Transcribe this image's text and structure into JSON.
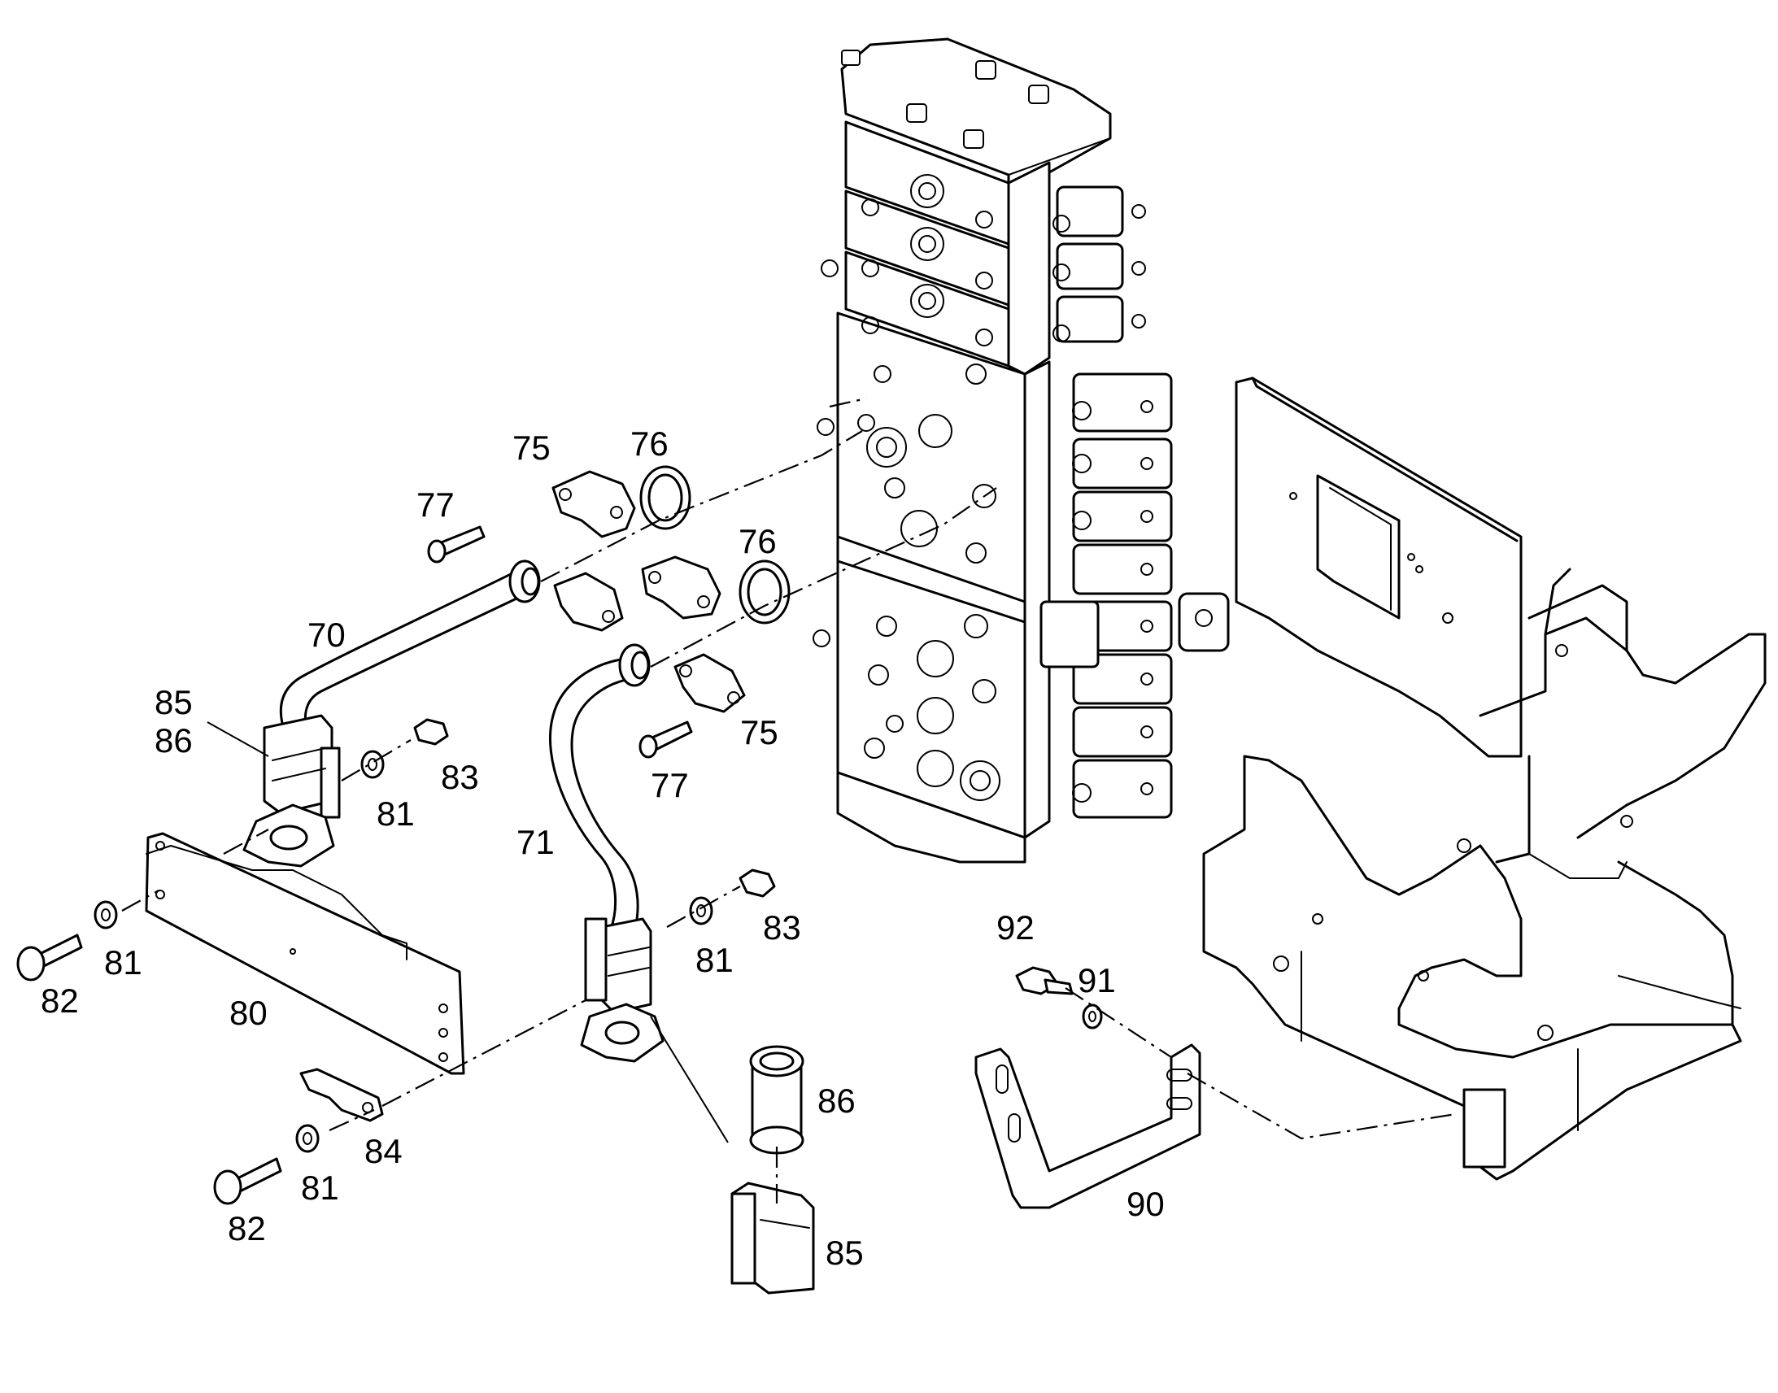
{
  "callouts": [
    {
      "id": "c70",
      "text": "70"
    },
    {
      "id": "c71",
      "text": "71"
    },
    {
      "id": "c75a",
      "text": "75"
    },
    {
      "id": "c75b",
      "text": "75"
    },
    {
      "id": "c76a",
      "text": "76"
    },
    {
      "id": "c76b",
      "text": "76"
    },
    {
      "id": "c77a",
      "text": "77"
    },
    {
      "id": "c77b",
      "text": "77"
    },
    {
      "id": "c80",
      "text": "80"
    },
    {
      "id": "c81a",
      "text": "81"
    },
    {
      "id": "c81b",
      "text": "81"
    },
    {
      "id": "c81c",
      "text": "81"
    },
    {
      "id": "c81d",
      "text": "81"
    },
    {
      "id": "c82a",
      "text": "82"
    },
    {
      "id": "c82b",
      "text": "82"
    },
    {
      "id": "c83a",
      "text": "83"
    },
    {
      "id": "c83b",
      "text": "83"
    },
    {
      "id": "c84",
      "text": "84"
    },
    {
      "id": "c85a",
      "text": "85"
    },
    {
      "id": "c85b",
      "text": "85"
    },
    {
      "id": "c86a",
      "text": "86"
    },
    {
      "id": "c86b",
      "text": "86"
    },
    {
      "id": "c90",
      "text": "90"
    },
    {
      "id": "c91",
      "text": "91"
    },
    {
      "id": "c92",
      "text": "92"
    }
  ]
}
